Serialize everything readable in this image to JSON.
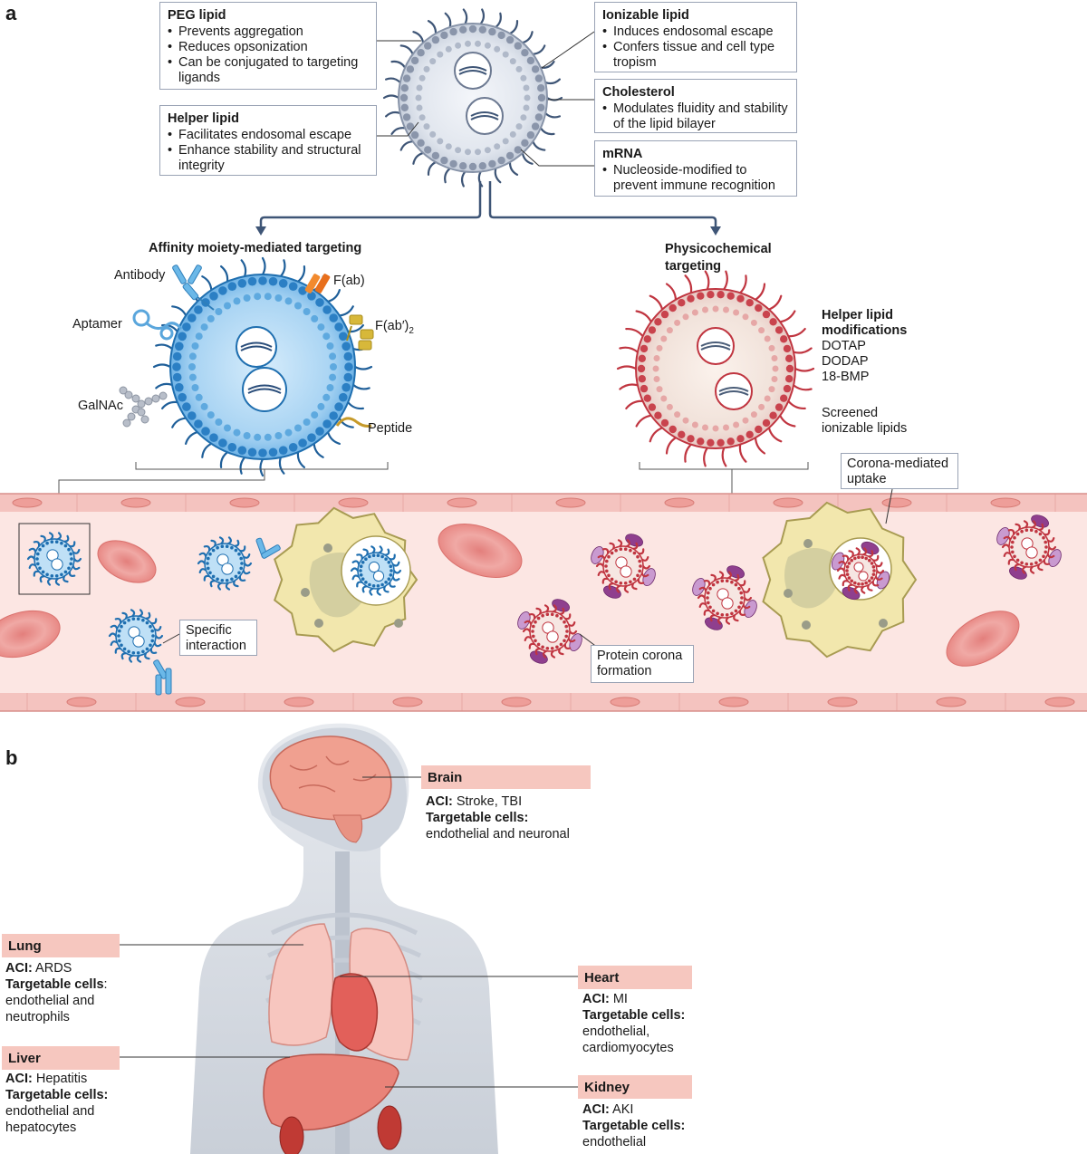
{
  "panel_a": {
    "letter": "a",
    "peg_lipid": {
      "title": "PEG lipid",
      "items": [
        "Prevents aggregation",
        "Reduces opsonization",
        "Can be conjugated to targeting ligands"
      ]
    },
    "helper_lipid": {
      "title": "Helper lipid",
      "items": [
        "Facilitates endosomal escape",
        "Enhance stability and structural integrity"
      ]
    },
    "ionizable_lipid": {
      "title": "Ionizable lipid",
      "items": [
        "Induces endosomal escape",
        "Confers tissue and cell type tropism"
      ]
    },
    "cholesterol": {
      "title": "Cholesterol",
      "items": [
        "Modulates fluidity and stability of the lipid bilayer"
      ]
    },
    "mrna": {
      "title": "mRNA",
      "items": [
        "Nucleoside-modified to prevent immune recognition"
      ]
    },
    "affinity": {
      "title": "Affinity moiety-mediated targeting",
      "labels": {
        "antibody": "Antibody",
        "aptamer": "Aptamer",
        "galnac": "GalNAc",
        "fab": "F(ab)",
        "fab2": "F(ab′)",
        "fab2_sub": "2",
        "peptide": "Peptide"
      }
    },
    "physico": {
      "title_line1": "Physicochemical",
      "title_line2": "targeting",
      "helper_mod_line1": "Helper lipid",
      "helper_mod_line2": "modifications",
      "mods": [
        "DOTAP",
        "DODAP",
        "18-BMP"
      ],
      "screened_line1": "Screened",
      "screened_line2": "ionizable lipids"
    },
    "vessel": {
      "specific_line1": "Specific",
      "specific_line2": "interaction",
      "corona_line1": "Protein corona",
      "corona_line2": "formation",
      "uptake_line1": "Corona-mediated",
      "uptake_line2": "uptake"
    }
  },
  "panel_b": {
    "letter": "b",
    "organs": [
      {
        "name": "Brain",
        "aci_label": "ACI:",
        "aci": "Stroke, TBI",
        "cells_label": "Targetable cells:",
        "cells": [
          "endothelial and neuronal"
        ]
      },
      {
        "name": "Lung",
        "aci_label": "ACI:",
        "aci": "ARDS",
        "cells_label": "Targetable cells",
        "cells_suffix": ":",
        "cells": [
          "endothelial and",
          "neutrophils"
        ]
      },
      {
        "name": "Heart",
        "aci_label": "ACI:",
        "aci": "MI",
        "cells_label": "Targetable cells:",
        "cells": [
          "endothelial,",
          "cardiomyocytes"
        ]
      },
      {
        "name": "Liver",
        "aci_label": "ACI:",
        "aci": "Hepatitis",
        "cells_label": "Targetable cells:",
        "cells": [
          "endothelial and",
          "hepatocytes"
        ]
      },
      {
        "name": "Kidney",
        "aci_label": "ACI:",
        "aci": "AKI",
        "cells_label": "Targetable cells:",
        "cells": [
          "endothelial"
        ]
      }
    ]
  },
  "colors": {
    "lnp_gray": "#aab4c6",
    "lnp_blue": "#3a8fd0",
    "lnp_red": "#d0404a",
    "vessel": "#fbe3e0",
    "vessel_wall": "#f2b8b5",
    "rbc": "#ea8f8c",
    "macrophage": "#f1e6a8",
    "organ_label_bg": "#f6c7bf",
    "body": "#d9dde4"
  }
}
